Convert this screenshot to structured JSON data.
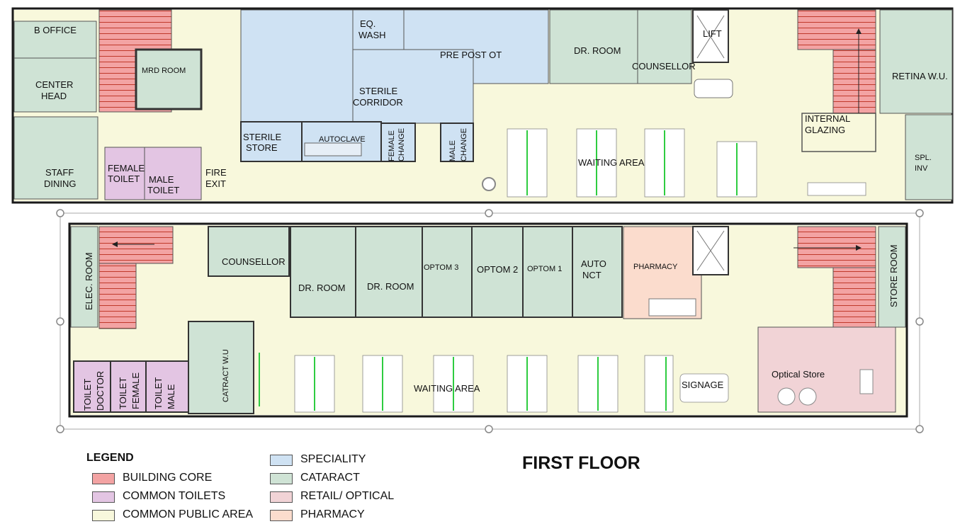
{
  "colors": {
    "building_core": "#f3a3a3",
    "common_toilets": "#e3c5e3",
    "common_public_area": "#f8f8dc",
    "speciality": "#cfe2f3",
    "cataract": "#cfe3d5",
    "retail_optical": "#f1d3d6",
    "pharmacy": "#fbdccd",
    "wall": "#1a1a1a"
  },
  "top_plan": {
    "rooms": {
      "b_office": "B OFFICE",
      "center_head_1": "CENTER",
      "center_head_2": "HEAD",
      "mrd_room": "MRD  ROOM",
      "staff_dining_1": "STAFF",
      "staff_dining_2": "DINING",
      "female_toilet_1": "FEMALE",
      "female_toilet_2": "TOILET",
      "male_toilet_1": "MALE",
      "male_toilet_2": "TOILET",
      "fire_exit_1": "FIRE",
      "fire_exit_2": "EXIT",
      "eq_wash_1": "EQ.",
      "eq_wash_2": "WASH",
      "pre_post_ot": "PRE POST OT",
      "sterile_corridor_1": "STERILE",
      "sterile_corridor_2": "CORRIDOR",
      "sterile_store_1": "STERILE",
      "sterile_store_2": "STORE",
      "autoclave": "AUTOCLAVE",
      "female_change_1": "FEMALE",
      "female_change_2": "CHANGE",
      "male_change_1": "MALE",
      "male_change_2": "CHANGE",
      "dr_room": "DR. ROOM",
      "counsellor": "COUNSELLOR",
      "lift": "LIFT",
      "waiting_area": "WAITING AREA",
      "internal_glazing_1": "INTERNAL",
      "internal_glazing_2": "GLAZING",
      "retina_wu": "RETINA W.U.",
      "spl_inv_1": "SPL.",
      "spl_inv_2": "INV"
    }
  },
  "bottom_plan": {
    "rooms": {
      "elec_room": "ELEC. ROOM",
      "counsellor": "COUNSELLOR",
      "dr_room_1": "DR. ROOM",
      "dr_room_2": "DR. ROOM",
      "optom_3": "OPTOM  3",
      "optom_2": "OPTOM 2",
      "optom_1": "OPTOM  1",
      "auto_nct_1": "AUTO",
      "auto_nct_2": "NCT",
      "pharmacy": "PHARMACY",
      "store_room": "STORE ROOM",
      "toilet_doctor_1": "TOILET",
      "toilet_doctor_2": "DOCTOR",
      "toilet_female_1": "TOILET",
      "toilet_female_2": "FEMALE",
      "toilet_male_1": "TOILET",
      "toilet_male_2": "MALE",
      "catract_wu": "CATRACT  W.U",
      "waiting_area": "WAITING AREA",
      "signage": "SIGNAGE",
      "optical_store": "Optical Store"
    }
  },
  "legend": {
    "title": "LEGEND",
    "items": [
      {
        "label": "BUILDING CORE",
        "color": "#f3a3a3"
      },
      {
        "label": "COMMON TOILETS",
        "color": "#e3c5e3"
      },
      {
        "label": "COMMON PUBLIC AREA",
        "color": "#f8f8dc"
      },
      {
        "label": "SPECIALITY",
        "color": "#cfe2f3"
      },
      {
        "label": "CATARACT",
        "color": "#cfe3d5"
      },
      {
        "label": "RETAIL/ OPTICAL",
        "color": "#f1d3d6"
      },
      {
        "label": "PHARMACY",
        "color": "#fbdccd"
      }
    ]
  },
  "floor_title": "FIRST FLOOR"
}
